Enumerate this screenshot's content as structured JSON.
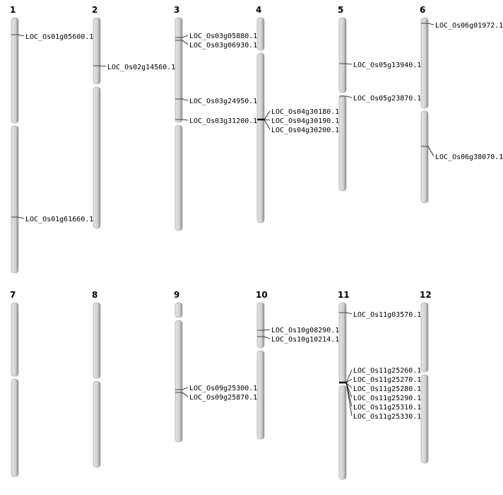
{
  "chromosomes": [
    {
      "label": "1",
      "genes": [
        "LOC_Os01g05600.1",
        "LOC_Os01g61660.1"
      ]
    },
    {
      "label": "2",
      "genes": [
        "LOC_Os02g14560.1"
      ]
    },
    {
      "label": "3",
      "genes": [
        "LOC_Os03g05880.1",
        "LOC_Os03g06930.1",
        "LOC_Os03g24950.1",
        "LOC_Os03g31200.1"
      ]
    },
    {
      "label": "4",
      "genes": [
        "LOC_Os04g30180.1",
        "LOC_Os04g30190.1",
        "LOC_Os04g30200.1"
      ]
    },
    {
      "label": "5",
      "genes": [
        "LOC_Os05g13940.1",
        "LOC_Os05g23870.1"
      ]
    },
    {
      "label": "6",
      "genes": [
        "LOC_Os06g01972.1",
        "LOC_Os06g38070.1"
      ]
    },
    {
      "label": "7",
      "genes": []
    },
    {
      "label": "8",
      "genes": []
    },
    {
      "label": "9",
      "genes": [
        "LOC_Os09g25300.1",
        "LOC_Os09g25870.1"
      ]
    },
    {
      "label": "10",
      "genes": [
        "LOC_Os10g08290.1",
        "LOC_Os10g10214.1"
      ]
    },
    {
      "label": "11",
      "genes": [
        "LOC_Os11g03570.1",
        "LOC_Os11g25260.1",
        "LOC_Os11g25270.1",
        "LOC_Os11g25280.1",
        "LOC_Os11g25290.1",
        "LOC_Os11g25310.1",
        "LOC_Os11g25330.1"
      ]
    },
    {
      "label": "12",
      "genes": []
    }
  ]
}
